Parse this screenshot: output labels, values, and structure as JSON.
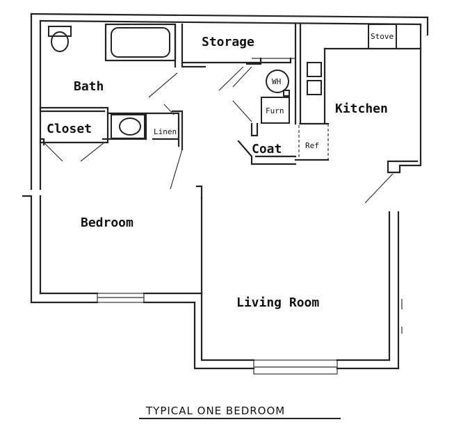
{
  "plan": {
    "rooms": {
      "storage": "Storage",
      "bath": "Bath",
      "closet": "Closet",
      "linen": "Linen",
      "kitchen": "Kitchen",
      "stove": "Stove",
      "water_heater": "WH",
      "furnace": "Furn",
      "coat": "Coat",
      "refrigerator": "Ref",
      "bedroom": "Bedroom",
      "living_room": "Living Room"
    },
    "title": "TYPICAL ONE BEDROOM"
  }
}
